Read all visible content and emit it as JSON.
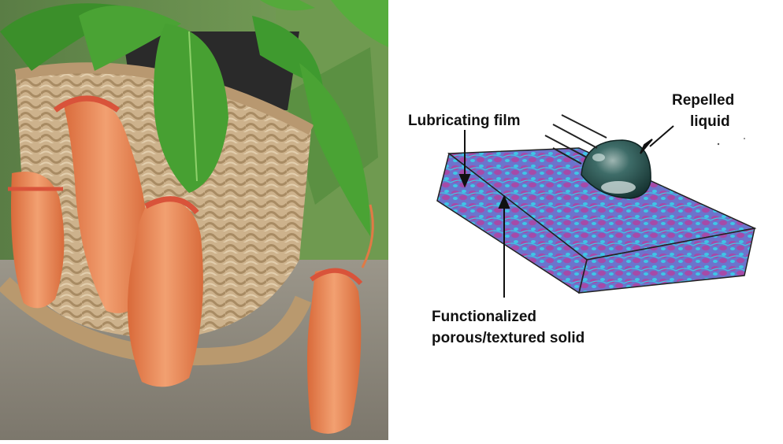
{
  "colors": {
    "pitcher": "#e77f4b",
    "pitcher_rim": "#d9533a",
    "leaf": "#3f9a2f",
    "basket": "#c9ad86",
    "ground": "#8a8478",
    "solid_base": "#6a72c8",
    "solid_pattern": "#3ec7e6",
    "solid_pores": "#a64aa8",
    "droplet": "#2f5a57"
  },
  "labels": {
    "lubricating_film": "Lubricating film",
    "repelled_liquid_line1": "Repelled",
    "repelled_liquid_line2": "liquid",
    "solid_line1": "Functionalized",
    "solid_line2": "porous/textured solid"
  }
}
